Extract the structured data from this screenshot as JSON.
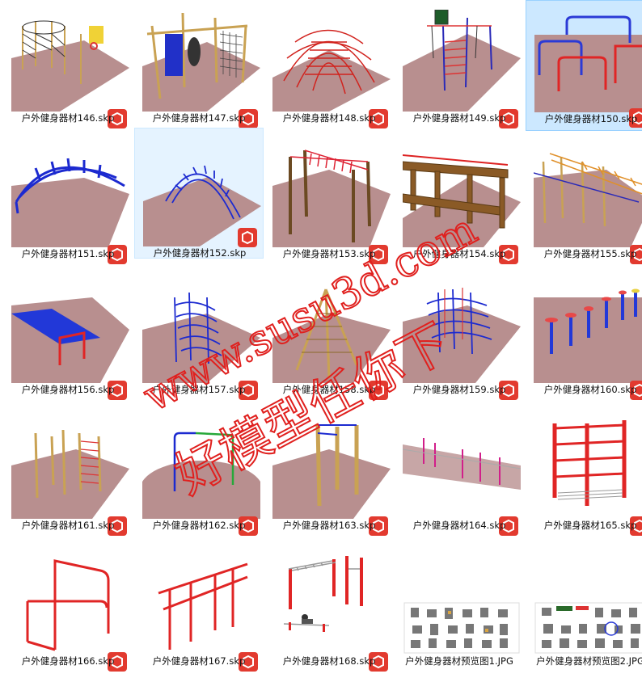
{
  "files": [
    {
      "name": "户外健身器材146.skp"
    },
    {
      "name": "户外健身器材147.skp"
    },
    {
      "name": "户外健身器材148.skp"
    },
    {
      "name": "户外健身器材149.skp"
    },
    {
      "name": "户外健身器材150.skp"
    },
    {
      "name": "户外健身器材151.skp"
    },
    {
      "name": "户外健身器材152.skp"
    },
    {
      "name": "户外健身器材153.skp"
    },
    {
      "name": "户外健身器材154.skp"
    },
    {
      "name": "户外健身器材155.skp"
    },
    {
      "name": "户外健身器材156.skp"
    },
    {
      "name": "户外健身器材157.skp"
    },
    {
      "name": "户外健身器材158.skp"
    },
    {
      "name": "户外健身器材159.skp"
    },
    {
      "name": "户外健身器材160.skp"
    },
    {
      "name": "户外健身器材161.skp"
    },
    {
      "name": "户外健身器材162.skp"
    },
    {
      "name": "户外健身器材163.skp"
    },
    {
      "name": "户外健身器材164.skp"
    },
    {
      "name": "户外健身器材165.skp"
    },
    {
      "name": "户外健身器材166.skp"
    },
    {
      "name": "户外健身器材167.skp"
    },
    {
      "name": "户外健身器材168.skp"
    },
    {
      "name": "户外健身器材预览图1.JPG"
    },
    {
      "name": "户外健身器材预览图2.JPG"
    }
  ],
  "selected_file": "户外健身器材150.skp",
  "hovered_file": "户外健身器材152.skp",
  "watermark": {
    "line1": "www.susu3d.com",
    "line2": "好模型任你下"
  },
  "colors": {
    "ground": "#b88f8f",
    "sketchup_badge": "#e23a2f",
    "watermark": "#e0201e"
  }
}
